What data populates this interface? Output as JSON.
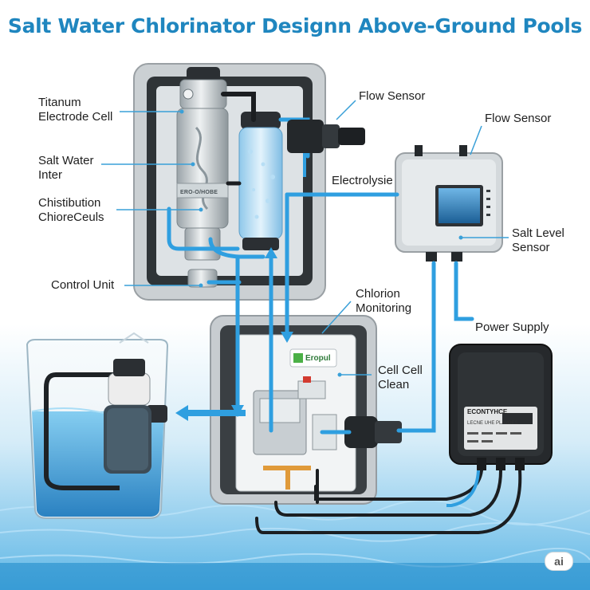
{
  "title": "Salt Water Chlorinator Designn Above-Ground Pools",
  "labels": {
    "titanum_cell": [
      "Titanum",
      "Electrode Cell"
    ],
    "salt_water_inter": [
      "Salt Water",
      "Inter"
    ],
    "chistibution": [
      "Chistibution",
      "ChioreCeuls"
    ],
    "control_unit": "Control Unit",
    "flow_sensor_1": "Flow Sensor",
    "flow_sensor_2": "Flow Sensor",
    "electrolysie": "Electrolysie",
    "salt_level_sensor": [
      "Salt Level",
      "Sensor"
    ],
    "chlorion_monitoring": [
      "Chlorion",
      "Monitoring"
    ],
    "cell_cell_clean": [
      "Cell Cell",
      "Clean"
    ],
    "power_supply": "Power Supply"
  },
  "device_text": {
    "cell_tube_text": "ERO-O/HOBE",
    "control_box_brand": "Eropul",
    "power_supply_line1": "ECONTYHCE",
    "power_supply_line2": "LECNE UHE PLAVOES"
  },
  "badge": "ai",
  "colors": {
    "title": "#1f86bf",
    "pipe_blue": "#2f9fe0",
    "leader": "#3aa0d8",
    "water": "#1e7fc0"
  },
  "icons": [
    "titanium-cell-icon",
    "filter-canister-icon",
    "controller-screen-icon",
    "power-supply-icon",
    "pool-pump-icon",
    "valve-icon"
  ]
}
